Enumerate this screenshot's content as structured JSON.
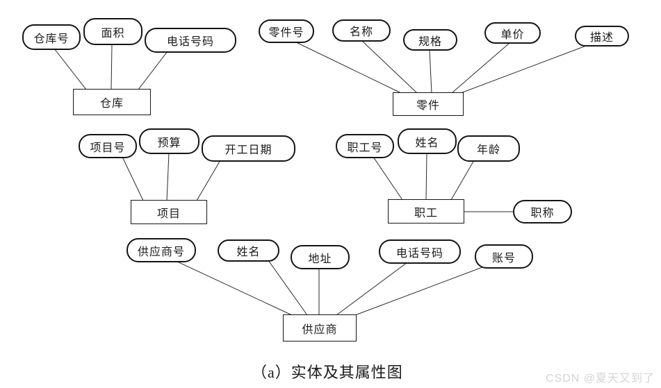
{
  "figure": {
    "caption": "（a）实体及其属性图",
    "watermark": "CSDN @夏天又到了",
    "type": "entity-attribute-diagram",
    "shape_border_color": "#141414",
    "line_color": "#2a2a2a",
    "background_color": "#ffffff",
    "watermark_color": "#d4d4d4"
  },
  "entities": [
    {
      "label": "仓库",
      "attributes": [
        "仓库号",
        "面积",
        "电话号码"
      ]
    },
    {
      "label": "零件",
      "attributes": [
        "零件号",
        "名称",
        "规格",
        "单价",
        "描述"
      ]
    },
    {
      "label": "项目",
      "attributes": [
        "项目号",
        "预算",
        "开工日期"
      ]
    },
    {
      "label": "职工",
      "attributes": [
        "职工号",
        "姓名",
        "年龄",
        "职称"
      ]
    },
    {
      "label": "供应商",
      "attributes": [
        "供应商号",
        "姓名",
        "地址",
        "电话号码",
        "账号"
      ]
    }
  ]
}
